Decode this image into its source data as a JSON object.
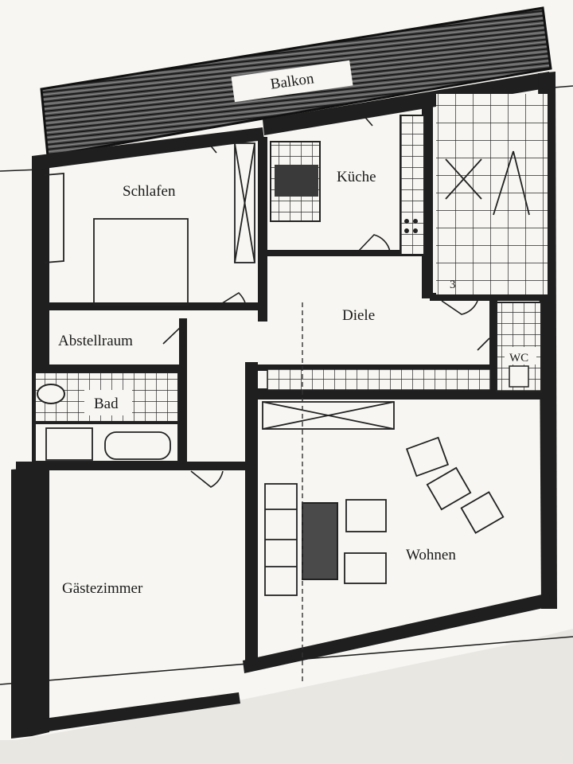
{
  "rooms": {
    "balkon": "Balkon",
    "schlafen": "Schlafen",
    "kueche": "Küche",
    "diele": "Diele",
    "abstellraum": "Abstellraum",
    "bad": "Bad",
    "wc": "WC",
    "wohnen": "Wohnen",
    "gaestezimmer": "Gästezimmer"
  },
  "stair_number": "3",
  "colors": {
    "paper": "#f7f6f2",
    "background": "#e9e7e2",
    "wall": "#1f1f1f",
    "balcony_hatch": "#3a3a3a"
  }
}
